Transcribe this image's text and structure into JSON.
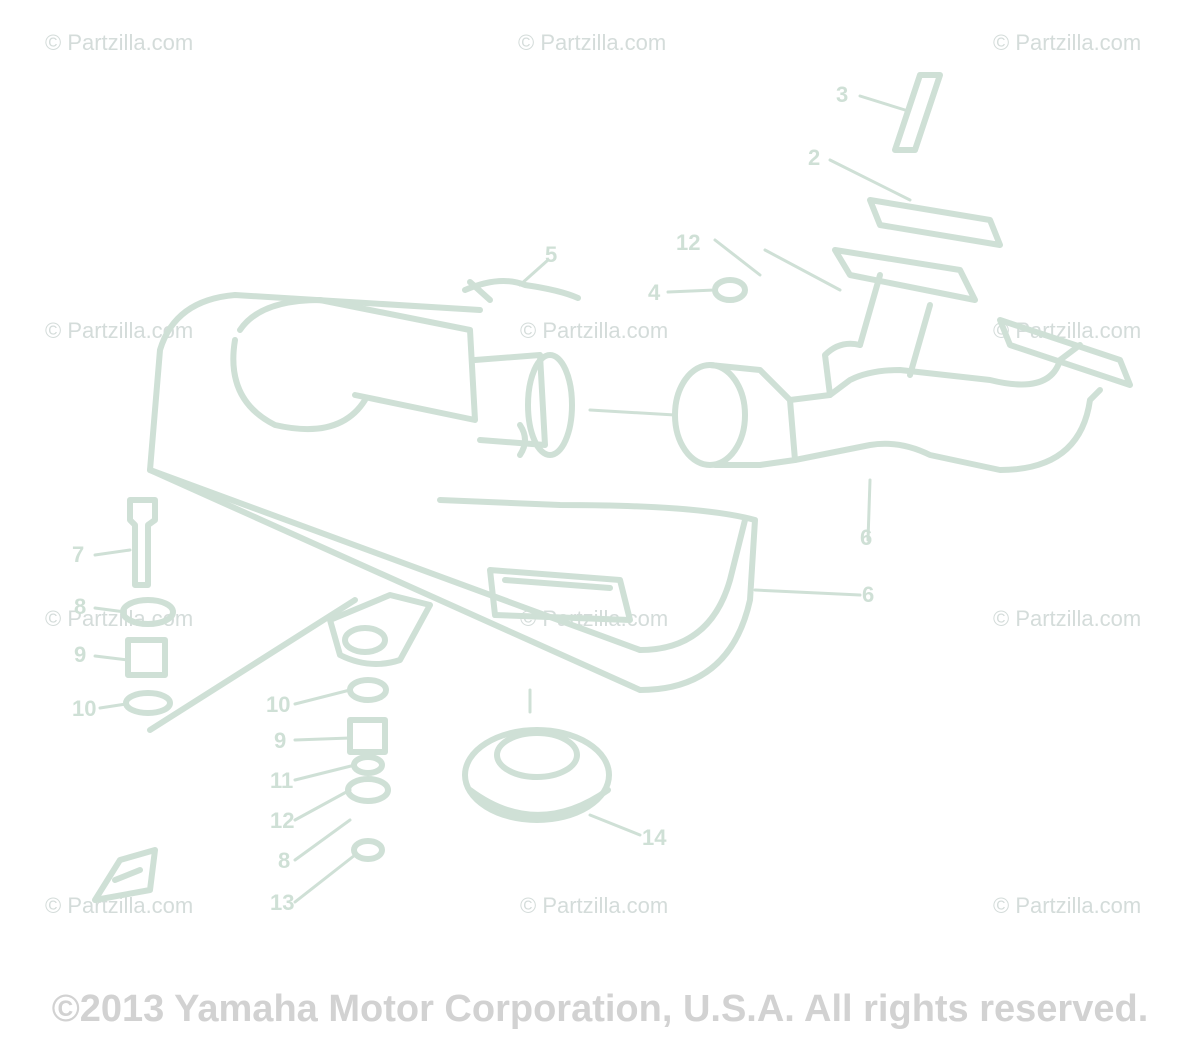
{
  "watermark": "© Partzilla.com",
  "copyright": "©2013 Yamaha Motor Corporation, U.S.A. All rights reserved.",
  "colors": {
    "line": "#cfe0d6",
    "fill": "#e2ede7",
    "watermark": "#d4dcda",
    "copyright": "#d2d2d2"
  },
  "callouts": [
    "3",
    "2",
    "12",
    "4",
    "5",
    "6",
    "6",
    "7",
    "8",
    "9",
    "10",
    "10",
    "9",
    "11",
    "12",
    "8",
    "13",
    "14"
  ]
}
